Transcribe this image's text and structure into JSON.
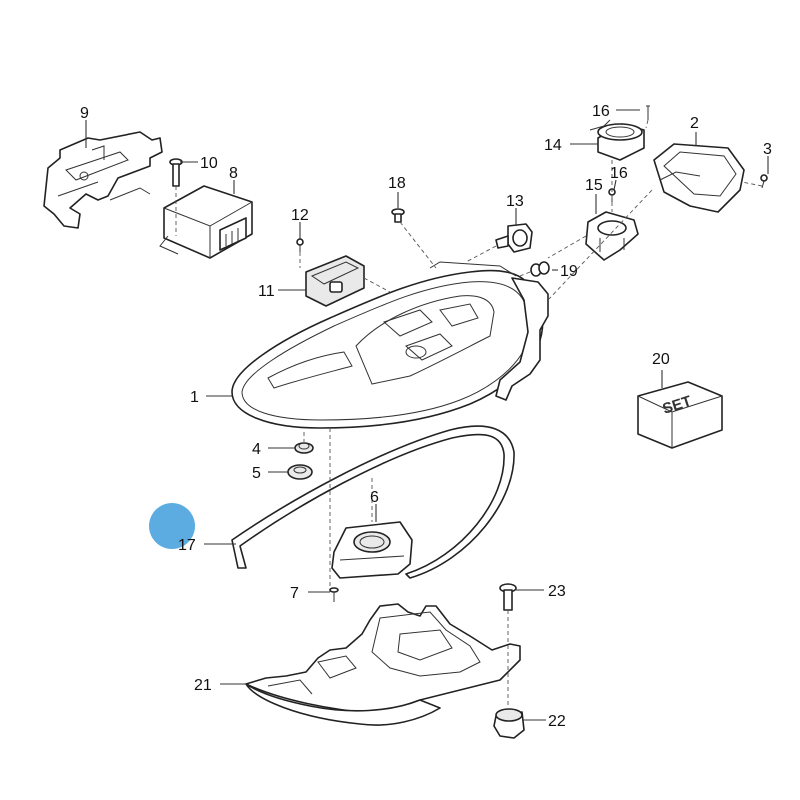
{
  "diagram": {
    "callouts": [
      "1",
      "2",
      "3",
      "4",
      "5",
      "6",
      "7",
      "8",
      "9",
      "10",
      "11",
      "12",
      "13",
      "14",
      "15",
      "16",
      "16",
      "17",
      "18",
      "19",
      "20",
      "21",
      "22",
      "23"
    ],
    "set_label": "SET",
    "marker_color": "#4aa3df"
  }
}
